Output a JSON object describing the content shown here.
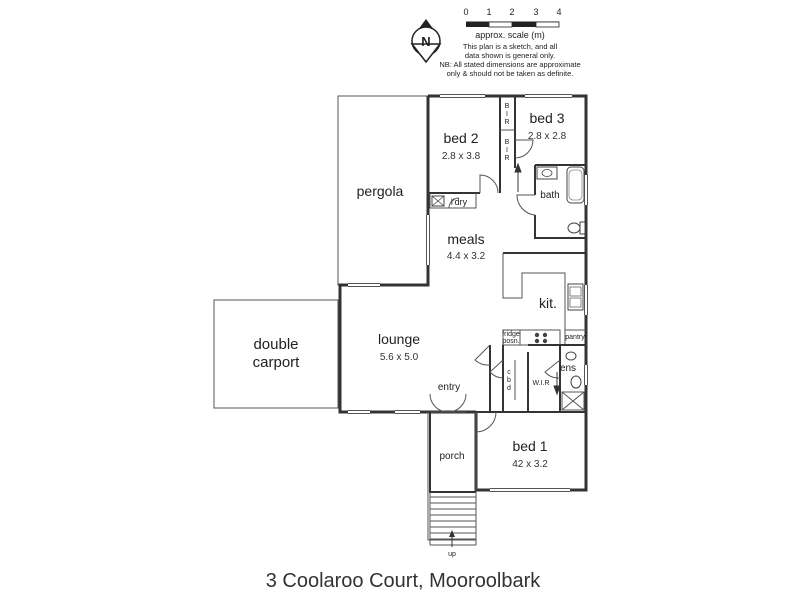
{
  "title": "3 Coolaroo Court, Mooroolbark",
  "scale": {
    "ticks": [
      "0",
      "1",
      "2",
      "3",
      "4"
    ],
    "label": "approx. scale (m)",
    "note1": "This plan is a sketch, and all",
    "note2": "data shown is general only.",
    "note3": "NB: All stated dimensions are approximate",
    "note4": "only & should not be taken as definite."
  },
  "north": "N",
  "rooms": {
    "bed2": {
      "name": "bed 2",
      "dims": "2.8 x 3.8"
    },
    "bed3": {
      "name": "bed 3",
      "dims": "2.8 x 2.8"
    },
    "pergola": {
      "name": "pergola"
    },
    "ldry": {
      "name": "l'dry"
    },
    "bath": {
      "name": "bath"
    },
    "meals": {
      "name": "meals",
      "dims": "4.4 x 3.2"
    },
    "kit": {
      "name": "kit."
    },
    "pantry": {
      "name": "pantry"
    },
    "fridge1": "fridge",
    "fridge2": "posn.",
    "carport1": "double",
    "carport2": "carport",
    "lounge": {
      "name": "lounge",
      "dims": "5.6 x 5.0"
    },
    "ens": {
      "name": "ens"
    },
    "wir": {
      "name": "W.I.R"
    },
    "cbd1": "c",
    "cbd2": "b",
    "cbd3": "d",
    "entry": {
      "name": "entry"
    },
    "bed1": {
      "name": "bed 1",
      "dims": "42 x 3.2"
    },
    "porch": {
      "name": "porch"
    },
    "bir_a1": "B",
    "bir_a2": "I",
    "bir_a3": "R",
    "bir_b1": "B",
    "bir_b2": "I",
    "bir_b3": "R",
    "up": "up"
  }
}
